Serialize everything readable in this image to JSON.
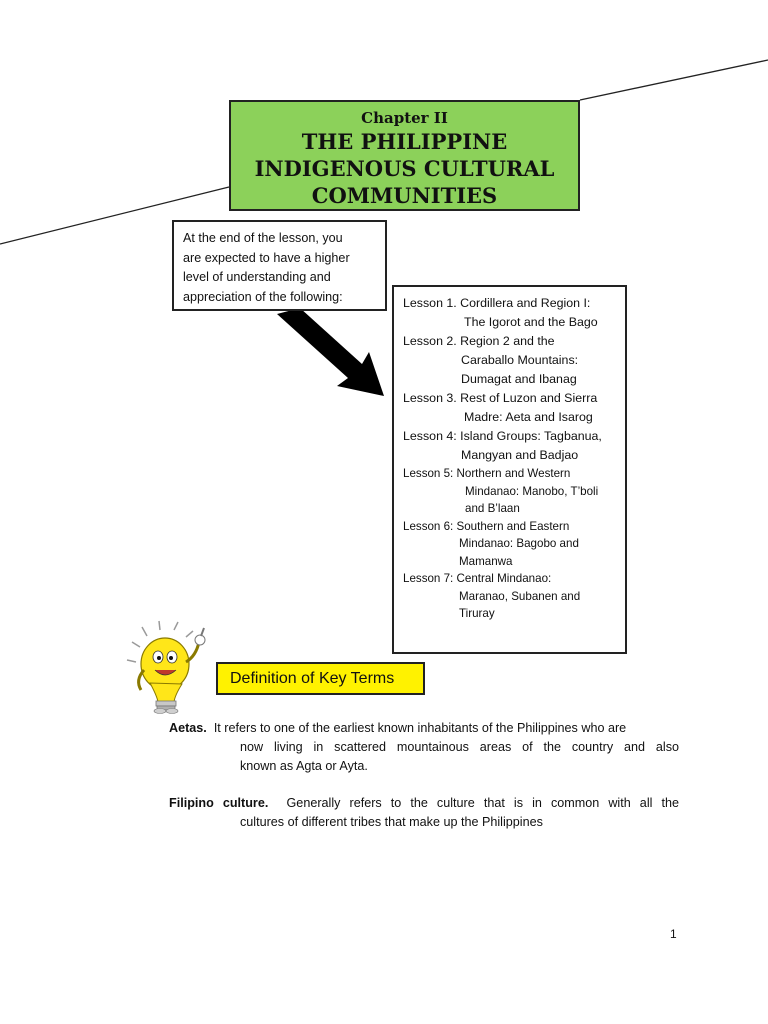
{
  "header": {
    "chapter": "Chapter II",
    "title_lines": [
      "THE PHILIPPINE",
      "INDIGENOUS CULTURAL",
      "COMMUNITIES"
    ]
  },
  "intro": {
    "lines": [
      "At the end of the lesson, you",
      "are expected to have a higher",
      "level of understanding and",
      "appreciation of the following:"
    ]
  },
  "lessons": [
    {
      "first": "Lesson 1. Cordillera and Region I:",
      "cont": [
        "The Igorot and the Bago"
      ]
    },
    {
      "first": "Lesson 2. Region 2 and the",
      "cont": [
        "Caraballo Mountains:",
        "Dumagat and Ibanag"
      ]
    },
    {
      "first": "Lesson 3. Rest of Luzon and Sierra",
      "cont": [
        "Madre: Aeta and Isarog"
      ]
    },
    {
      "first": "Lesson 4: Island Groups: Tagbanua,",
      "cont": [
        "Mangyan and Badjao"
      ]
    },
    {
      "first": "Lesson 5: Northern and Western",
      "cont": [
        "Mindanao: Manobo, T’boli",
        "and B’laan"
      ]
    },
    {
      "first": "Lesson 6: Southern and Eastern",
      "cont": [
        "Mindanao: Bagobo and",
        "Mamanwa"
      ]
    },
    {
      "first": "Lesson 7: Central Mindanao:",
      "cont": [
        "Maranao, Subanen and",
        "Tiruray"
      ]
    }
  ],
  "key_terms_heading": "Definition of Key Terms",
  "definitions": [
    {
      "term": "Aetas.",
      "first_line": "It refers to one of the earliest known inhabitants of the Philippines who are",
      "rest": [
        "now living in scattered mountainous areas of the country and also",
        "known as Agta or Ayta."
      ]
    },
    {
      "term": "Filipino culture.",
      "first_line": "Generally refers to the culture that is in common with all the",
      "rest": [
        "cultures of different tribes that make up the Philippines"
      ]
    }
  ],
  "page_number": "1",
  "colors": {
    "title_box": "#8cd15a",
    "key_terms_box": "#fff200",
    "bulb": "#ffe619"
  },
  "icons": {
    "arrow": "arrow-down-right-icon",
    "mascot": "lightbulb-mascot-icon"
  }
}
